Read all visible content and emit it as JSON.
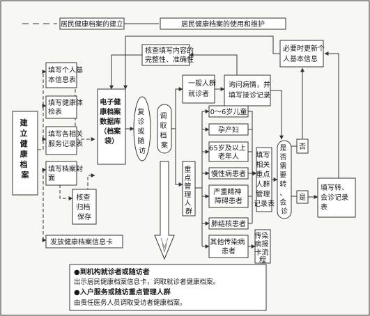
{
  "legend": {
    "left_label": "居民健康档案的建立",
    "right_label": "居民健康档案的使用和维护"
  },
  "nodes": {
    "build": "建立健康档案",
    "fill_personal": "填写个人基本信息表",
    "fill_checkup": "填写健康体检表",
    "fill_service": "填写各相关服务记录表",
    "fill_cover": "填写档案封面",
    "check_file": "核查归档保存",
    "issue_card": "发放健康档案信息卡",
    "database": "电子健康档案数据库（档案袋）",
    "verify": "核查填写内容的完整性、准确性",
    "revisit": "复诊或随访",
    "retrieve": "调取档案",
    "general_visitor": "一般人群就诊者",
    "inquire": "询问病情，并填写接诊记录",
    "key_population": "重点管理人群",
    "child": "0～6岁儿童",
    "pregnant": "孕产妇",
    "elderly": "65岁及以上老年人",
    "chronic": "慢性病患者",
    "mental": "严重精神障碍患者",
    "tb": "肺结核患者",
    "infectious": "其他传染病患者",
    "fill_key": "填写相关重点人群管理记录表",
    "report": "传染病报卡流程",
    "referral_q": "是否需要转、会诊",
    "no": "否",
    "yes": "是",
    "update": "必要时更新个人基本信息",
    "fill_referral": "填写转、会诊记录表"
  },
  "notes": {
    "line1_title": "●到机构就诊者或随访者",
    "line1_body": "出示居民健康档案信息卡，调取就诊者健康档案。",
    "line2_title": "●入户服务或随访重点管理人群",
    "line2_body": "由责任医务人员调取受访者健康档案。"
  },
  "colors": {
    "border": "#333333",
    "box": "#ffffff",
    "background": "#f7f7f3"
  }
}
